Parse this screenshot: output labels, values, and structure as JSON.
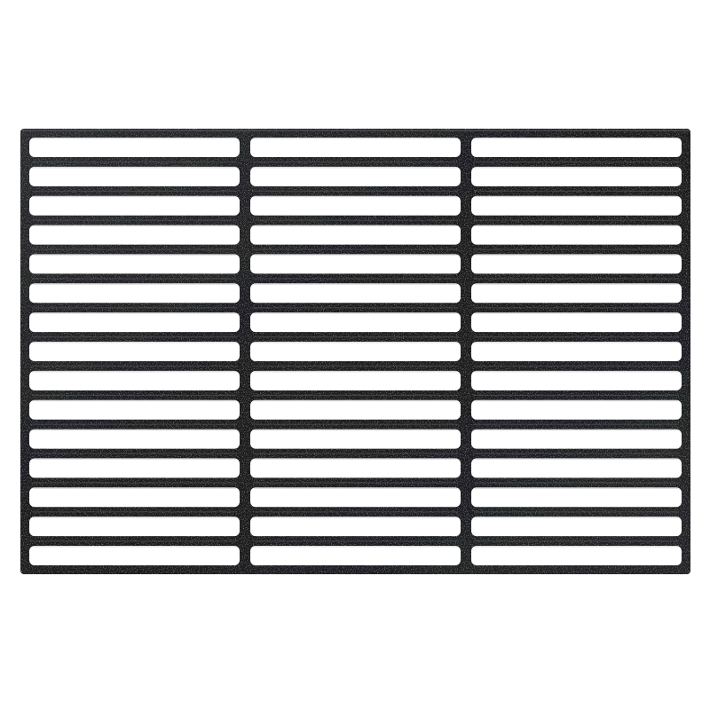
{
  "image": {
    "subject": "cast-iron-grill-grate",
    "background_color": "#ffffff",
    "metal_color": "#1c1c1e",
    "highlight_color": "#55575c",
    "slot_color": "#ffffff"
  },
  "grate": {
    "columns": 3,
    "rows": 15
  }
}
